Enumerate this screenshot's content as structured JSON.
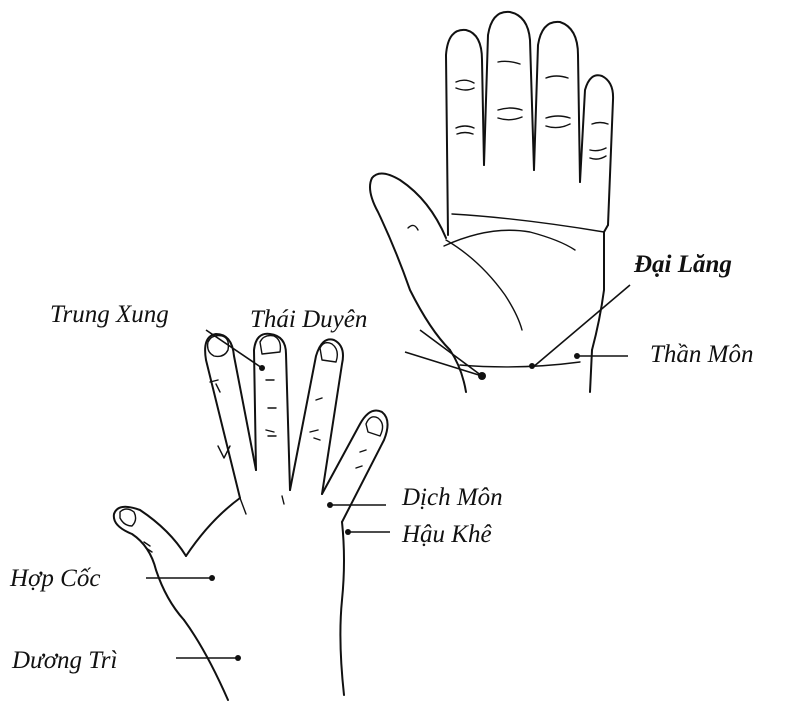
{
  "labels": {
    "dai_lang": "Đại Lăng",
    "trung_xung": "Trung Xung",
    "thai_duyen": "Thái Duyên",
    "than_mon": "Thần Môn",
    "dich_mon": "Dịch Môn",
    "hau_khe": "Hậu Khê",
    "hop_coc": "Hợp Cốc",
    "duong_tri": "Dương Trì"
  }
}
